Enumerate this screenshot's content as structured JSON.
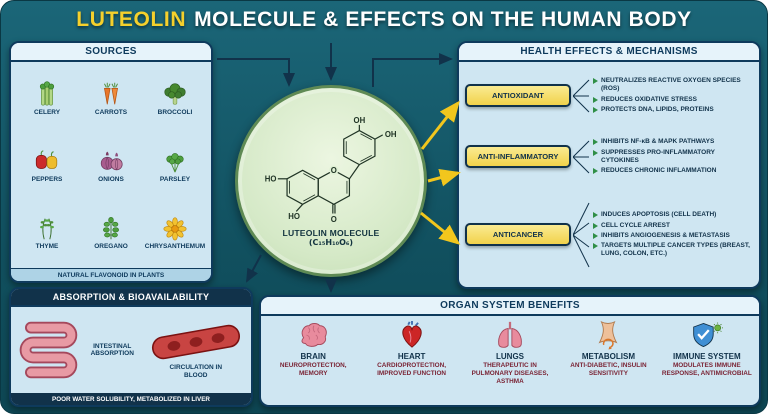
{
  "header": {
    "title_highlight": "LUTEOLIN",
    "title_rest": "MOLECULE & EFFECTS ON THE HUMAN BODY"
  },
  "sources": {
    "title": "SOURCES",
    "items": [
      {
        "label": "CELERY"
      },
      {
        "label": "CARROTS"
      },
      {
        "label": "BROCCOLI"
      },
      {
        "label": "PEPPERS"
      },
      {
        "label": "ONIONS"
      },
      {
        "label": "PARSLEY"
      },
      {
        "label": "THYME"
      },
      {
        "label": "OREGANO"
      },
      {
        "label": "CHRYSANTHEMUM"
      }
    ],
    "footer": "NATURAL FLAVONOID IN PLANTS"
  },
  "molecule": {
    "name": "LUTEOLIN MOLECULE",
    "formula": "(C₁₅H₁₀O₆)"
  },
  "health_effects": {
    "title": "HEALTH EFFECTS & MECHANISMS",
    "groups": [
      {
        "label": "ANTIOXIDANT",
        "effects": [
          "NEUTRALIZES REACTIVE OXYGEN SPECIES (ROS)",
          "REDUCES OXIDATIVE STRESS",
          "PROTECTS DNA, LIPIDS, PROTEINS"
        ]
      },
      {
        "label": "ANTI-INFLAMMATORY",
        "effects": [
          "INHIBITS NF-κB & MAPK PATHWAYS",
          "SUPPRESSES PRO-INFLAMMATORY CYTOKINES",
          "REDUCES CHRONIC INFLAMMATION"
        ]
      },
      {
        "label": "ANTICANCER",
        "effects": [
          "INDUCES APOPTOSIS (CELL DEATH)",
          "CELL CYCLE ARREST",
          "INHIBITS ANGIOGENESIS & METASTASIS",
          "TARGETS MULTIPLE CANCER TYPES (BREAST, LUNG, COLON, ETC.)"
        ]
      }
    ]
  },
  "absorption": {
    "title": "ABSORPTION & BIOAVAILABILITY",
    "items": [
      {
        "label": "INTESTINAL ABSORPTION"
      },
      {
        "label": "CIRCULATION IN BLOOD"
      }
    ],
    "footer": "POOR WATER SOLUBILITY, METABOLIZED IN LIVER"
  },
  "organ_benefits": {
    "title": "ORGAN SYSTEM BENEFITS",
    "items": [
      {
        "name": "BRAIN",
        "desc": "NEUROPROTECTION, MEMORY"
      },
      {
        "name": "HEART",
        "desc": "CARDIOPROTECTION, IMPROVED FUNCTION"
      },
      {
        "name": "LUNGS",
        "desc": "THERAPEUTIC IN PULMONARY DISEASES, ASTHMA"
      },
      {
        "name": "METABOLISM",
        "desc": "ANTI-DIABETIC, INSULIN SENSITIVITY"
      },
      {
        "name": "IMMUNE SYSTEM",
        "desc": "MODULATES IMMUNE RESPONSE, ANTIMICROBIAL"
      }
    ]
  },
  "colors": {
    "background_teal": "#14596b",
    "panel_blue": "#cfe6f2",
    "navy": "#11324a",
    "accent_yellow": "#f5d02c",
    "pill_yellow": "#f2d44e",
    "molecule_green": "#d5e9c7",
    "organ_desc_red": "#7a2435"
  }
}
